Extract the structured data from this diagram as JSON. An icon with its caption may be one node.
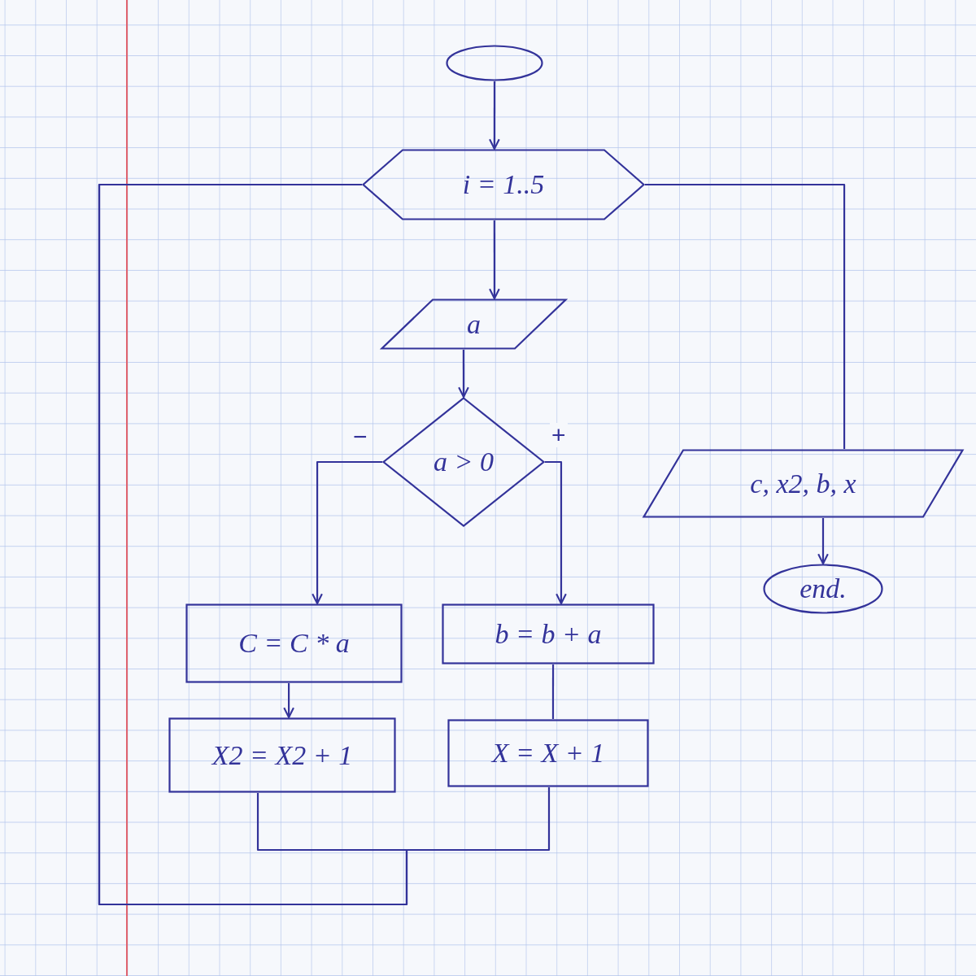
{
  "diagram": {
    "nodes": [
      {
        "text": [],
        "shape": "ellipse"
      },
      {
        "text": [
          "i = 1..5"
        ]
      },
      {
        "text": [
          "a"
        ]
      },
      {
        "text": [
          "a > 0"
        ]
      },
      {
        "text": [
          "C = C * a"
        ]
      },
      {
        "text": [
          "X2 = X2 + 1"
        ]
      },
      {
        "text": [
          "b = b + a"
        ]
      },
      {
        "text": [
          "X = X + 1"
        ]
      },
      {
        "text": [
          "c, x2, b, x"
        ]
      },
      {
        "text": [
          "end."
        ]
      }
    ],
    "edges": [
      {
        "from": 0,
        "to": 1,
        "arrow": "to"
      },
      {
        "from": 1,
        "to": 2,
        "arrow": "to"
      },
      {
        "from": 2,
        "to": 3,
        "arrow": "to"
      },
      {
        "from": 3,
        "to": 4,
        "arrow": "to",
        "label": "−"
      },
      {
        "from": 3,
        "to": 6,
        "arrow": "to",
        "label": "+"
      },
      {
        "from": 4,
        "to": 5,
        "arrow": "to"
      },
      {
        "from": 6,
        "to": 7,
        "arrow": "none"
      },
      {
        "from": 5,
        "to": 1,
        "arrow": "none"
      },
      {
        "from": 7,
        "to": 1,
        "arrow": "none"
      },
      {
        "from": 1,
        "to": 8,
        "arrow": "none"
      },
      {
        "from": 8,
        "to": 9,
        "arrow": "to"
      }
    ]
  }
}
